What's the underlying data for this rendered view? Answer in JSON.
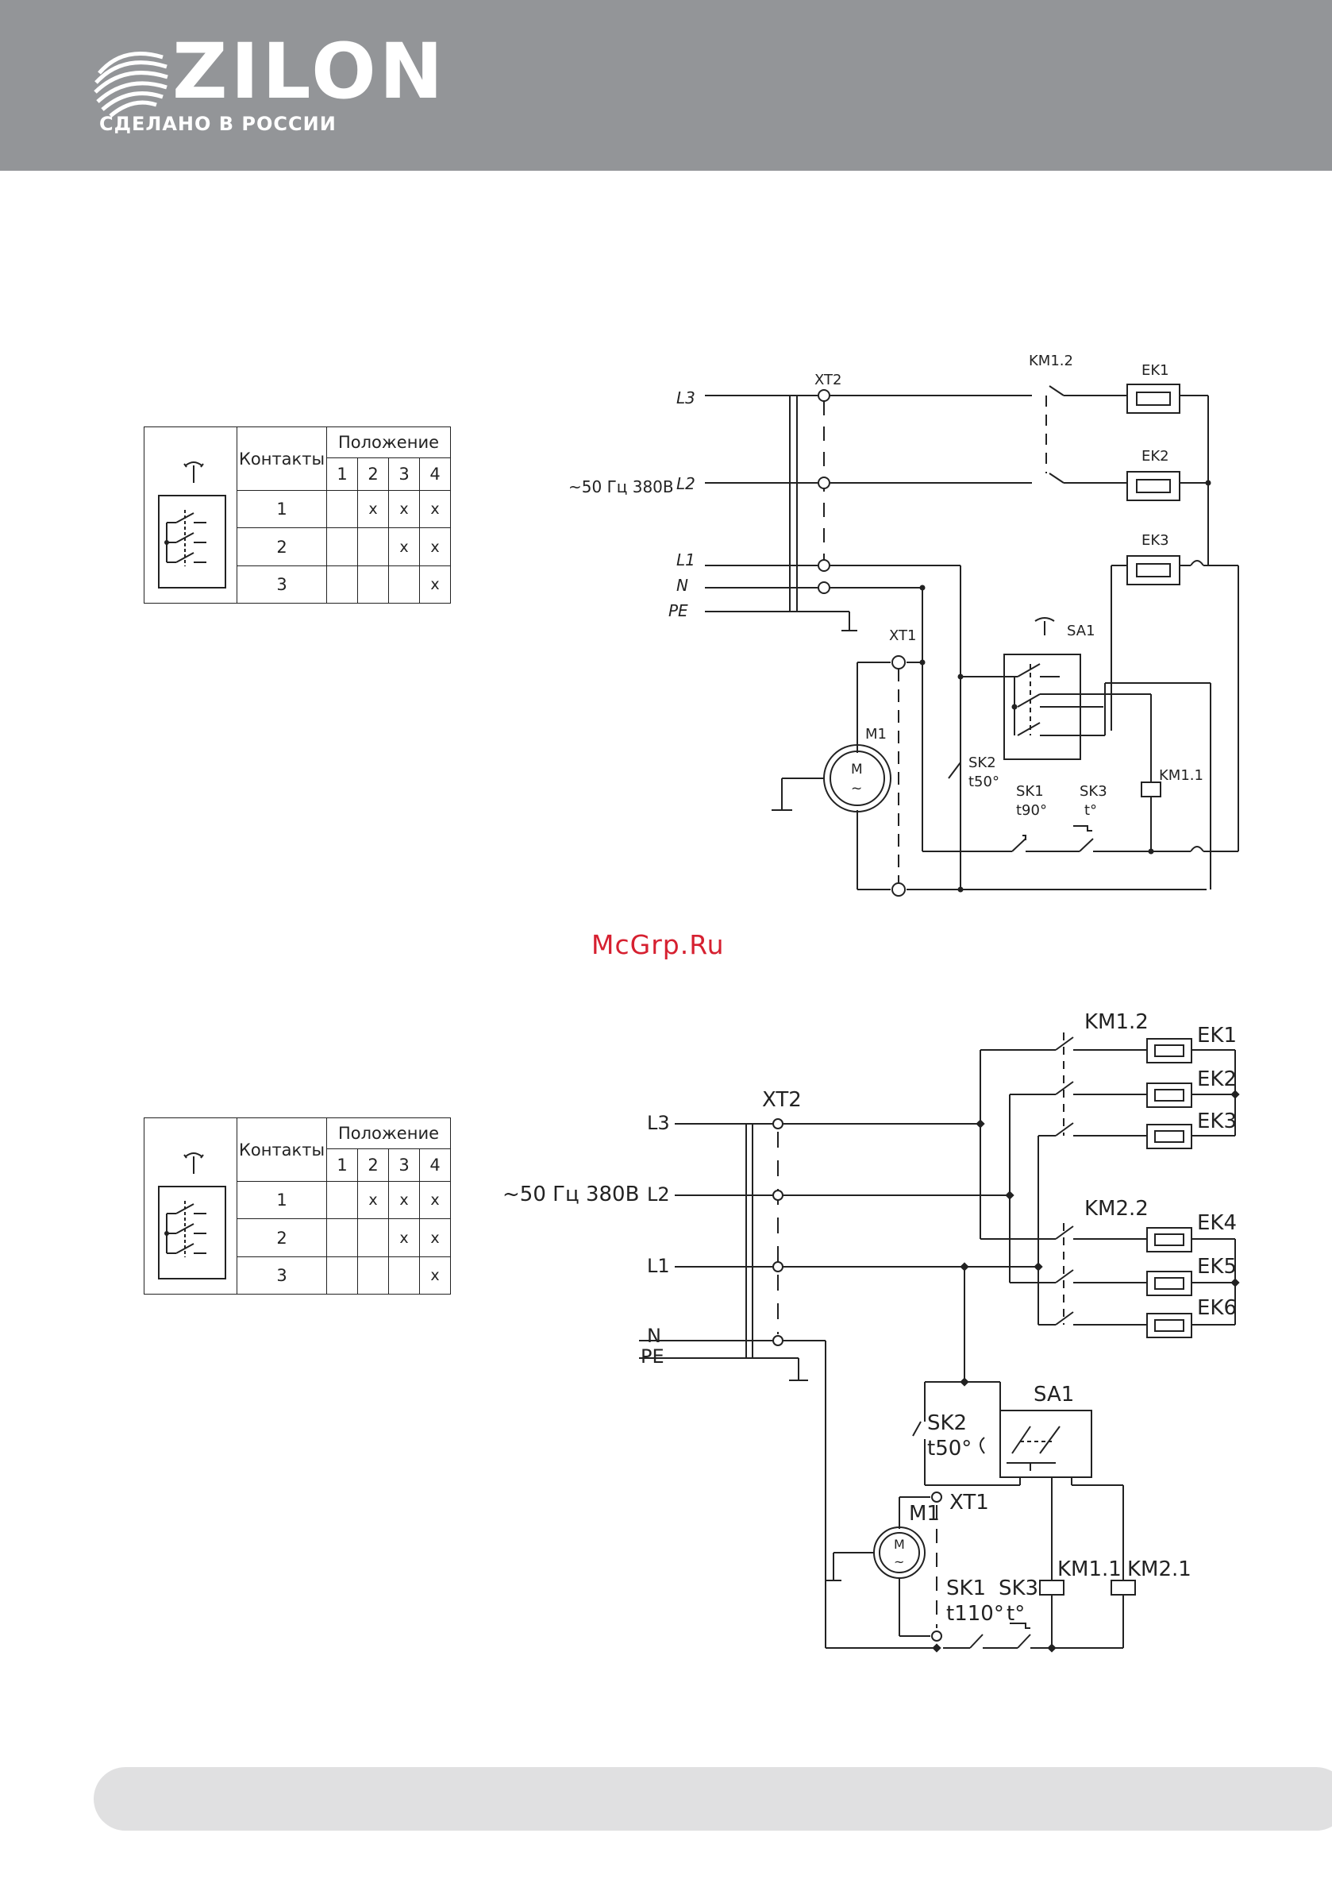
{
  "header": {
    "brand": "ZILON",
    "tagline": "СДЕЛАНО В РОССИИ"
  },
  "watermark": "McGrp.Ru",
  "switch_table_1": {
    "contacts_header": "Контакты",
    "position_header": "Положение",
    "positions": [
      "1",
      "2",
      "3",
      "4"
    ],
    "rows": [
      {
        "contact": "1",
        "marks": [
          "",
          "x",
          "x",
          "x"
        ]
      },
      {
        "contact": "2",
        "marks": [
          "",
          "",
          "x",
          "x"
        ]
      },
      {
        "contact": "3",
        "marks": [
          "",
          "",
          "",
          "x"
        ]
      }
    ]
  },
  "switch_table_2": {
    "contacts_header": "Контакты",
    "position_header": "Положение",
    "positions": [
      "1",
      "2",
      "3",
      "4"
    ],
    "rows": [
      {
        "contact": "1",
        "marks": [
          "",
          "x",
          "x",
          "x"
        ]
      },
      {
        "contact": "2",
        "marks": [
          "",
          "",
          "x",
          "x"
        ]
      },
      {
        "contact": "3",
        "marks": [
          "",
          "",
          "",
          "x"
        ]
      }
    ]
  },
  "diagram_1": {
    "supply": "~50 Гц 380В",
    "lines": [
      "L3",
      "L2",
      "L1",
      "N",
      "PE"
    ],
    "terminals": [
      "XT2",
      "XT1"
    ],
    "contactor_contacts": [
      "KM1.2"
    ],
    "heaters": [
      "EK1",
      "EK2",
      "EK3"
    ],
    "switch": "SA1",
    "motor": "M1",
    "motor_symbol": "M",
    "motor_ac": "~",
    "thermostats": [
      {
        "name": "SK2",
        "temp": "t50°"
      },
      {
        "name": "SK1",
        "temp": "t90°"
      },
      {
        "name": "SK3",
        "temp": "t°"
      }
    ],
    "coils": [
      "KM1.1"
    ]
  },
  "diagram_2": {
    "supply": "~50 Гц 380В",
    "lines": [
      "L3",
      "L2",
      "L1",
      "N",
      "PE"
    ],
    "terminals": [
      "XT2",
      "XT1"
    ],
    "contactor_contacts": [
      "KM1.2",
      "KM2.2"
    ],
    "heaters": [
      "EK1",
      "EK2",
      "EK3",
      "EK4",
      "EK5",
      "EK6"
    ],
    "switch": "SA1",
    "motor": "M1",
    "motor_symbol": "M",
    "motor_ac": "~",
    "thermostats": [
      {
        "name": "SK2",
        "temp": "t50°"
      },
      {
        "name": "SK1",
        "temp": "t110°"
      },
      {
        "name": "SK3",
        "temp": "t°"
      }
    ],
    "coils": [
      "KM1.1",
      "KM2.1"
    ]
  }
}
